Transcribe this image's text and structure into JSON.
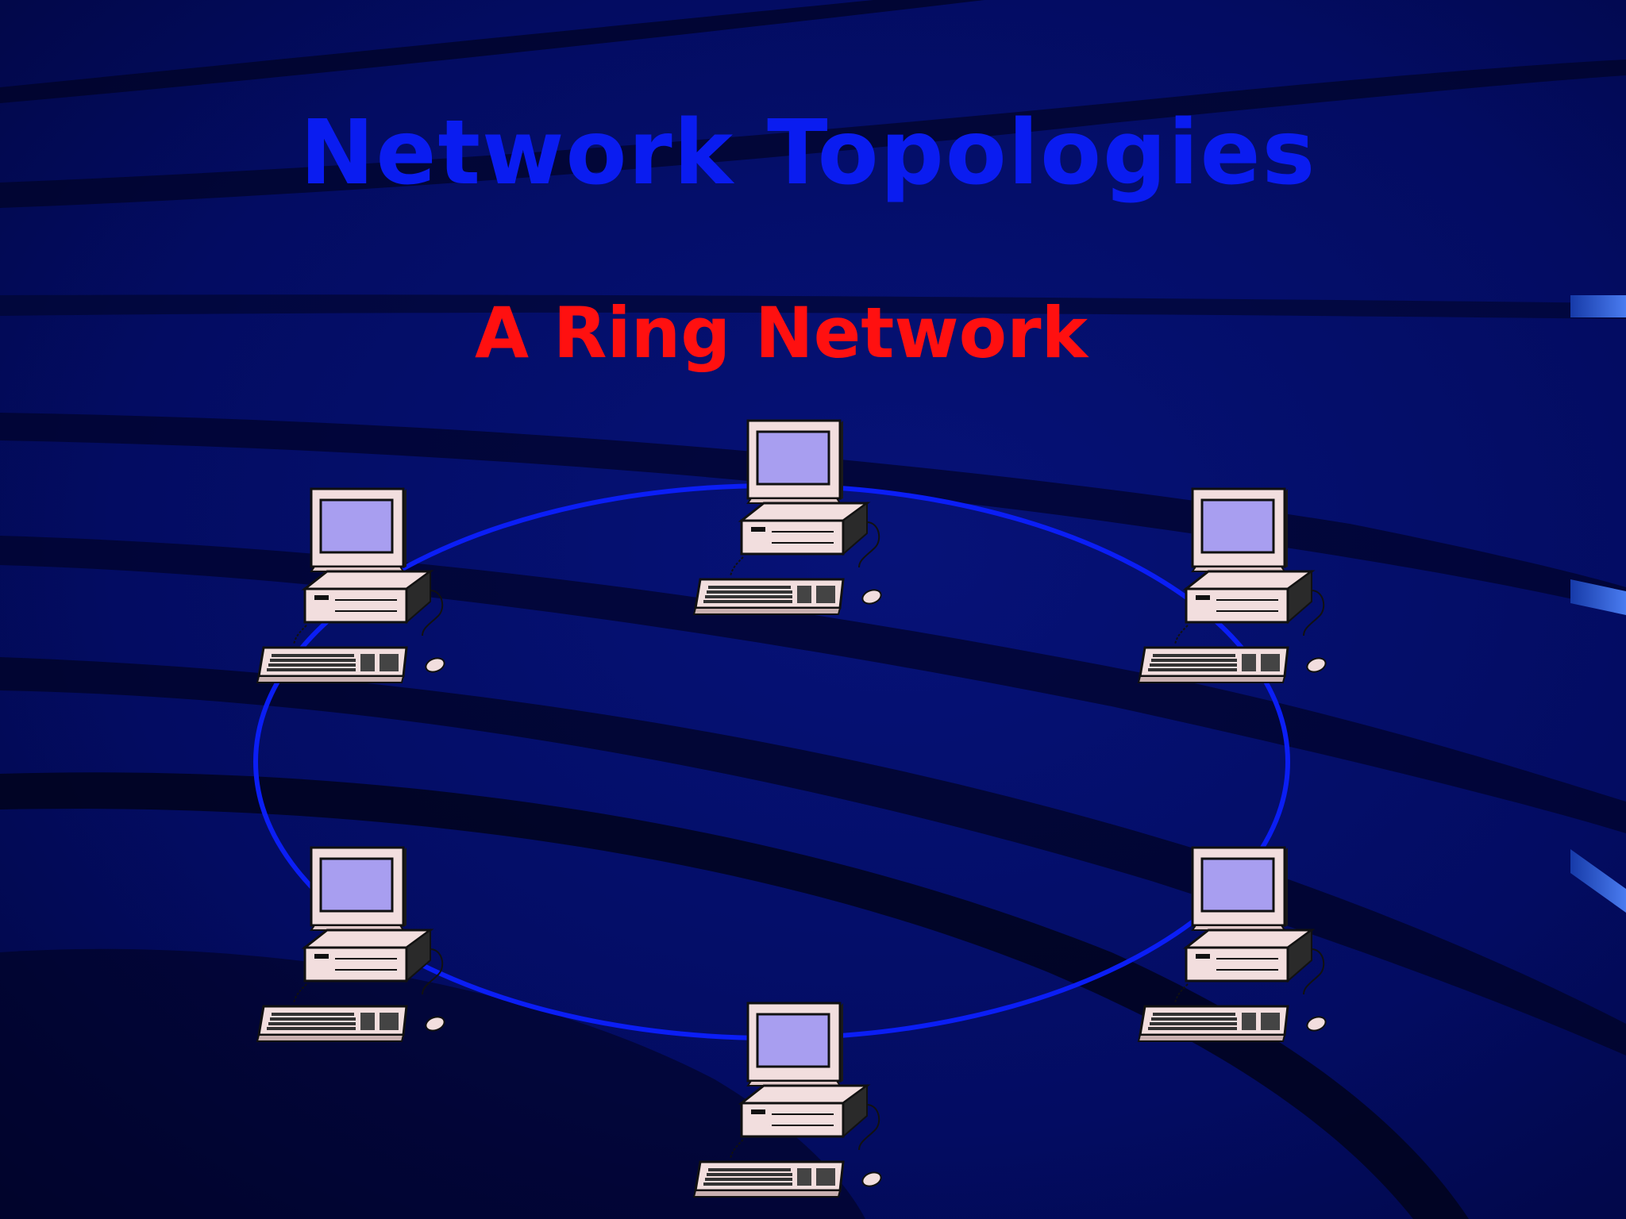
{
  "slide": {
    "title": "Network Topologies",
    "subtitle": "A Ring Network"
  },
  "colors": {
    "background": "#020a5e",
    "title": "#0a1cf0",
    "subtitle": "#ff1010",
    "ring": "#0b1ef5",
    "accent_stripes": "#2a5ee0",
    "monitor_screen": "#a89ef0",
    "computer_body": "#f2dede"
  },
  "diagram": {
    "type": "ring-network",
    "nodes": [
      {
        "icon": "desktop-computer-icon",
        "label": ""
      },
      {
        "icon": "desktop-computer-icon",
        "label": ""
      },
      {
        "icon": "desktop-computer-icon",
        "label": ""
      },
      {
        "icon": "desktop-computer-icon",
        "label": ""
      },
      {
        "icon": "desktop-computer-icon",
        "label": ""
      },
      {
        "icon": "desktop-computer-icon",
        "label": ""
      }
    ],
    "ring_connects": "all nodes in a closed loop"
  }
}
